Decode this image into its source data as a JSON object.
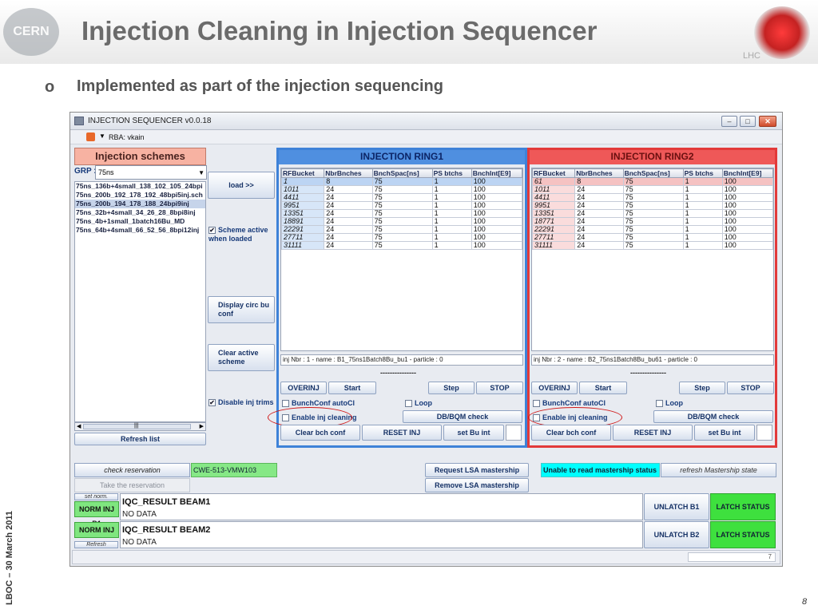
{
  "slide": {
    "cern_logo_text": "CERN",
    "title": "Injection Cleaning in Injection Sequencer",
    "lhc_label": "LHC",
    "bullet_marker": "o",
    "bullet_text": "Implemented as part of the injection sequencing",
    "side_label": "LBOC – 30 March 2011",
    "page_number": "8"
  },
  "window": {
    "title": "INJECTION SEQUENCER v0.0.18",
    "min": "–",
    "max": "□",
    "close": "✕",
    "rba_label": "RBA: vkain"
  },
  "schemes": {
    "header": "Injection schemes",
    "grp_label": "GRP :",
    "grp_value": "75ns",
    "items": [
      "75ns_136b+4small_138_102_105_24bpi",
      "75ns_200b_192_178_192_48bpi5inj.sch",
      "75ns_200b_194_178_188_24bpi9inj",
      "75ns_32b+4small_34_26_28_8bpi8inj",
      "75ns_4b+1small_1batch16Bu_MD",
      "75ns_64b+4small_66_52_56_8bpi12inj"
    ],
    "hscroll_mark": "|||",
    "refresh_list": "Refresh list"
  },
  "middle": {
    "load": "load >>",
    "scheme_active": "Scheme active when loaded",
    "display_circ": "Display circ bu conf",
    "clear_active": "Clear active scheme",
    "disable_trims": "Disable inj trims"
  },
  "ring1": {
    "title": "INJECTION RING1",
    "columns": [
      "RFBucket",
      "NbrBnches",
      "BnchSpac[ns]",
      "PS btchs",
      "BnchInt[E9]"
    ],
    "rows": [
      [
        "1",
        "8",
        "75",
        "1",
        "100"
      ],
      [
        "1011",
        "24",
        "75",
        "1",
        "100"
      ],
      [
        "4411",
        "24",
        "75",
        "1",
        "100"
      ],
      [
        "9951",
        "24",
        "75",
        "1",
        "100"
      ],
      [
        "13351",
        "24",
        "75",
        "1",
        "100"
      ],
      [
        "18891",
        "24",
        "75",
        "1",
        "100"
      ],
      [
        "22291",
        "24",
        "75",
        "1",
        "100"
      ],
      [
        "27711",
        "24",
        "75",
        "1",
        "100"
      ],
      [
        "31111",
        "24",
        "75",
        "1",
        "100"
      ]
    ],
    "inj_info": "inj Nbr : 1 - name : B1_75ns1Batch8Bu_bu1 - particle : 0",
    "dashes": "---------------",
    "overinj": "OVERINJ",
    "start": "Start",
    "step": "Step",
    "stop": "STOP",
    "bunchconf": "BunchConf autoCl",
    "loop": "Loop",
    "enable_cleaning": "Enable inj cleaning",
    "dbbqm": "DB/BQM check",
    "clear_bch": "Clear bch conf",
    "reset_inj": "RESET INJ",
    "set_bu": "set Bu int"
  },
  "ring2": {
    "title": "INJECTION RING2",
    "columns": [
      "RFBucket",
      "NbrBnches",
      "BnchSpac[ns]",
      "PS btchs",
      "BnchInt[E9]"
    ],
    "rows": [
      [
        "61",
        "8",
        "75",
        "1",
        "100"
      ],
      [
        "1011",
        "24",
        "75",
        "1",
        "100"
      ],
      [
        "4411",
        "24",
        "75",
        "1",
        "100"
      ],
      [
        "9951",
        "24",
        "75",
        "1",
        "100"
      ],
      [
        "13351",
        "24",
        "75",
        "1",
        "100"
      ],
      [
        "18771",
        "24",
        "75",
        "1",
        "100"
      ],
      [
        "22291",
        "24",
        "75",
        "1",
        "100"
      ],
      [
        "27711",
        "24",
        "75",
        "1",
        "100"
      ],
      [
        "31111",
        "24",
        "75",
        "1",
        "100"
      ]
    ],
    "inj_info": "inj Nbr : 2 - name : B2_75ns1Batch8Bu_bu61 - particle : 0",
    "dashes": "---------------",
    "overinj": "OVERINJ",
    "start": "Start",
    "step": "Step",
    "stop": "STOP",
    "bunchconf": "BunchConf autoCl",
    "loop": "Loop",
    "enable_cleaning": "Enable inj cleaning",
    "dbbqm": "DB/BQM check",
    "clear_bch": "Clear bch conf",
    "reset_inj": "RESET INJ",
    "set_bu": "set Bu int"
  },
  "bottom": {
    "check_reservation": "check reservation",
    "take_reservation": "Take the reservation",
    "cwe": "CWE-513-VMW103",
    "request_lsa": "Request LSA mastership",
    "remove_lsa": "Remove LSA mastership",
    "unable": "Unable to read mastership status",
    "refresh_mastership": "refresh Mastership state",
    "set_norm": "set norm.",
    "norm_b1": "NORM INJ B1",
    "norm_b2": "NORM INJ B2",
    "refresh_small": "Refresh",
    "iqc_b1_title": "IQC_RESULT BEAM1",
    "iqc_b1_value": "NO DATA",
    "iqc_b2_title": "IQC_RESULT BEAM2",
    "iqc_b2_value": "NO DATA",
    "unlatch_b1": "UNLATCH B1",
    "unlatch_b2": "UNLATCH B2",
    "latch_b1": "LATCH STATUS B1",
    "latch_b2": "LATCH STATUS B2",
    "status_corner": "7"
  }
}
